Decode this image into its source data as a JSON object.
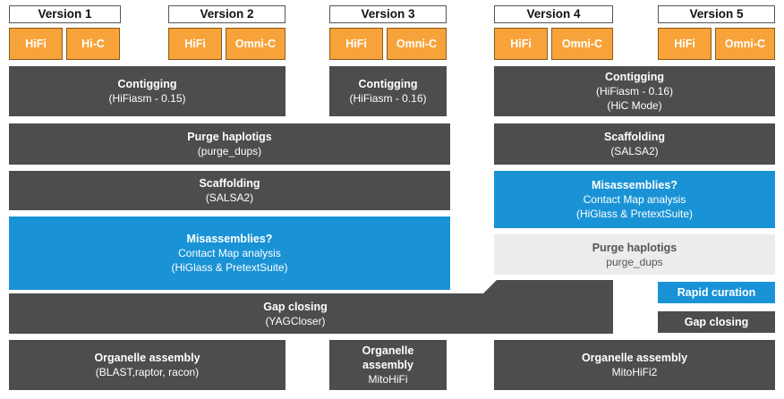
{
  "versions": [
    "Version 1",
    "Version 2",
    "Version 3",
    "Version 4",
    "Version 5"
  ],
  "tags": {
    "v1": [
      "HiFi",
      "Hi-C"
    ],
    "v2": [
      "HiFi",
      "Omni-C"
    ],
    "v3": [
      "HiFi",
      "Omni-C"
    ],
    "v4": [
      "HiFi",
      "Omni-C"
    ],
    "v5": [
      "HiFi",
      "Omni-C"
    ]
  },
  "colors": {
    "dark": "#4d4d4d",
    "blue": "#1a93d6",
    "orange": "#f7a33a",
    "light": "#ececec"
  },
  "steps": {
    "contig_v12": {
      "title": "Contigging",
      "lines": [
        "(HiFiasm - 0.15)"
      ]
    },
    "contig_v3": {
      "title": "Contigging",
      "lines": [
        "(HiFiasm - 0.16)"
      ]
    },
    "contig_v45": {
      "title": "Contigging",
      "lines": [
        "(HiFiasm - 0.16)",
        "(HiC Mode)"
      ]
    },
    "purge_v13": {
      "title": "Purge haplotigs",
      "lines": [
        "(purge_dups)"
      ]
    },
    "scaff_v13": {
      "title": "Scaffolding",
      "lines": [
        "(SALSA2)"
      ]
    },
    "mis_v13": {
      "title": "Misassemblies?",
      "lines": [
        "Contact Map analysis",
        "(HiGlass & PretextSuite)"
      ]
    },
    "gap_v14": {
      "title": "Gap closing",
      "lines": [
        "(YAGCloser)"
      ]
    },
    "org_v12": {
      "title": "Organelle assembly",
      "lines": [
        "(BLAST,raptor, racon)"
      ]
    },
    "org_v3": {
      "title": "Organelle assembly",
      "lines": [
        "MitoHiFi"
      ]
    },
    "scaff_v45": {
      "title": "Scaffolding",
      "lines": [
        "(SALSA2)"
      ]
    },
    "mis_v45": {
      "title": "Misassemblies?",
      "lines": [
        "Contact Map analysis",
        "(HiGlass & PretextSuite)"
      ]
    },
    "purge_v45": {
      "title": "Purge haplotigs",
      "lines": [
        "purge_dups"
      ]
    },
    "rapid_v5": {
      "title": "Rapid curation",
      "lines": []
    },
    "gap_v5": {
      "title": "Gap closing",
      "lines": []
    },
    "org_v45": {
      "title": "Organelle assembly",
      "lines": [
        "MitoHiFi2"
      ]
    }
  }
}
